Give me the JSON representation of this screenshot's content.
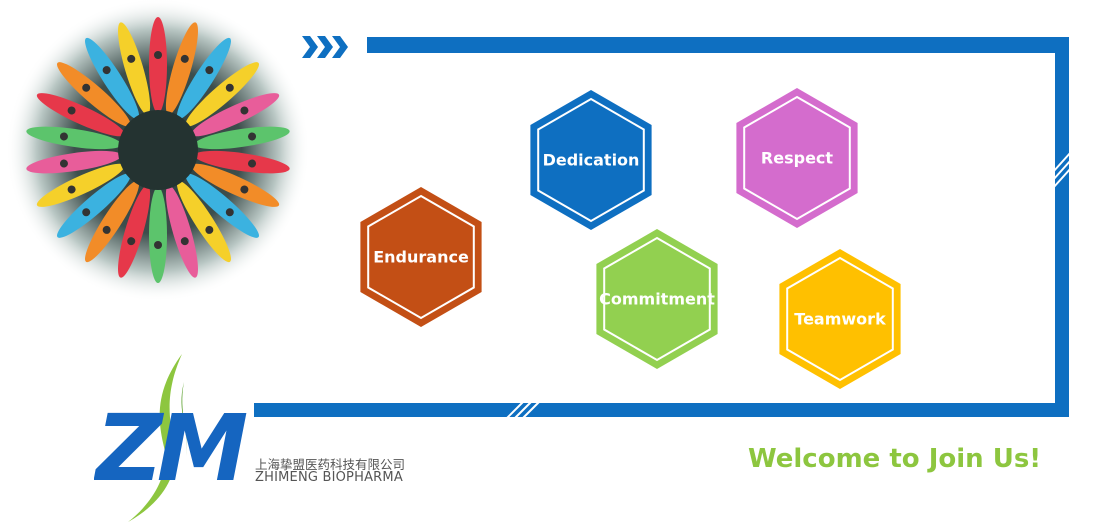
{
  "values": [
    {
      "id": "dedication",
      "label": "Dedication",
      "color": "#0e6fc1"
    },
    {
      "id": "respect",
      "label": "Respect",
      "color": "#d46ccd"
    },
    {
      "id": "endurance",
      "label": "Endurance",
      "color": "#c34f15"
    },
    {
      "id": "commitment",
      "label": "Commitment",
      "color": "#92d050"
    },
    {
      "id": "teamwork",
      "label": "Teamwork",
      "color": "#ffc000"
    }
  ],
  "frame": {
    "color": "#0e6fc1"
  },
  "company": {
    "logo_text": "ZM",
    "name_cn": "上海挚盟医药科技有限公司",
    "name_en": "ZHIMENG BIOPHARMA",
    "logo_color": "#1565c0",
    "leaf_color": "#8dc63f"
  },
  "welcome": {
    "text": "Welcome to Join Us!",
    "color": "#8dc63f"
  },
  "photo": {
    "kayak_colors": [
      "#e6384a",
      "#f28c28",
      "#3bb2e0",
      "#f5d02a",
      "#e85d9a",
      "#5cc46c"
    ]
  }
}
